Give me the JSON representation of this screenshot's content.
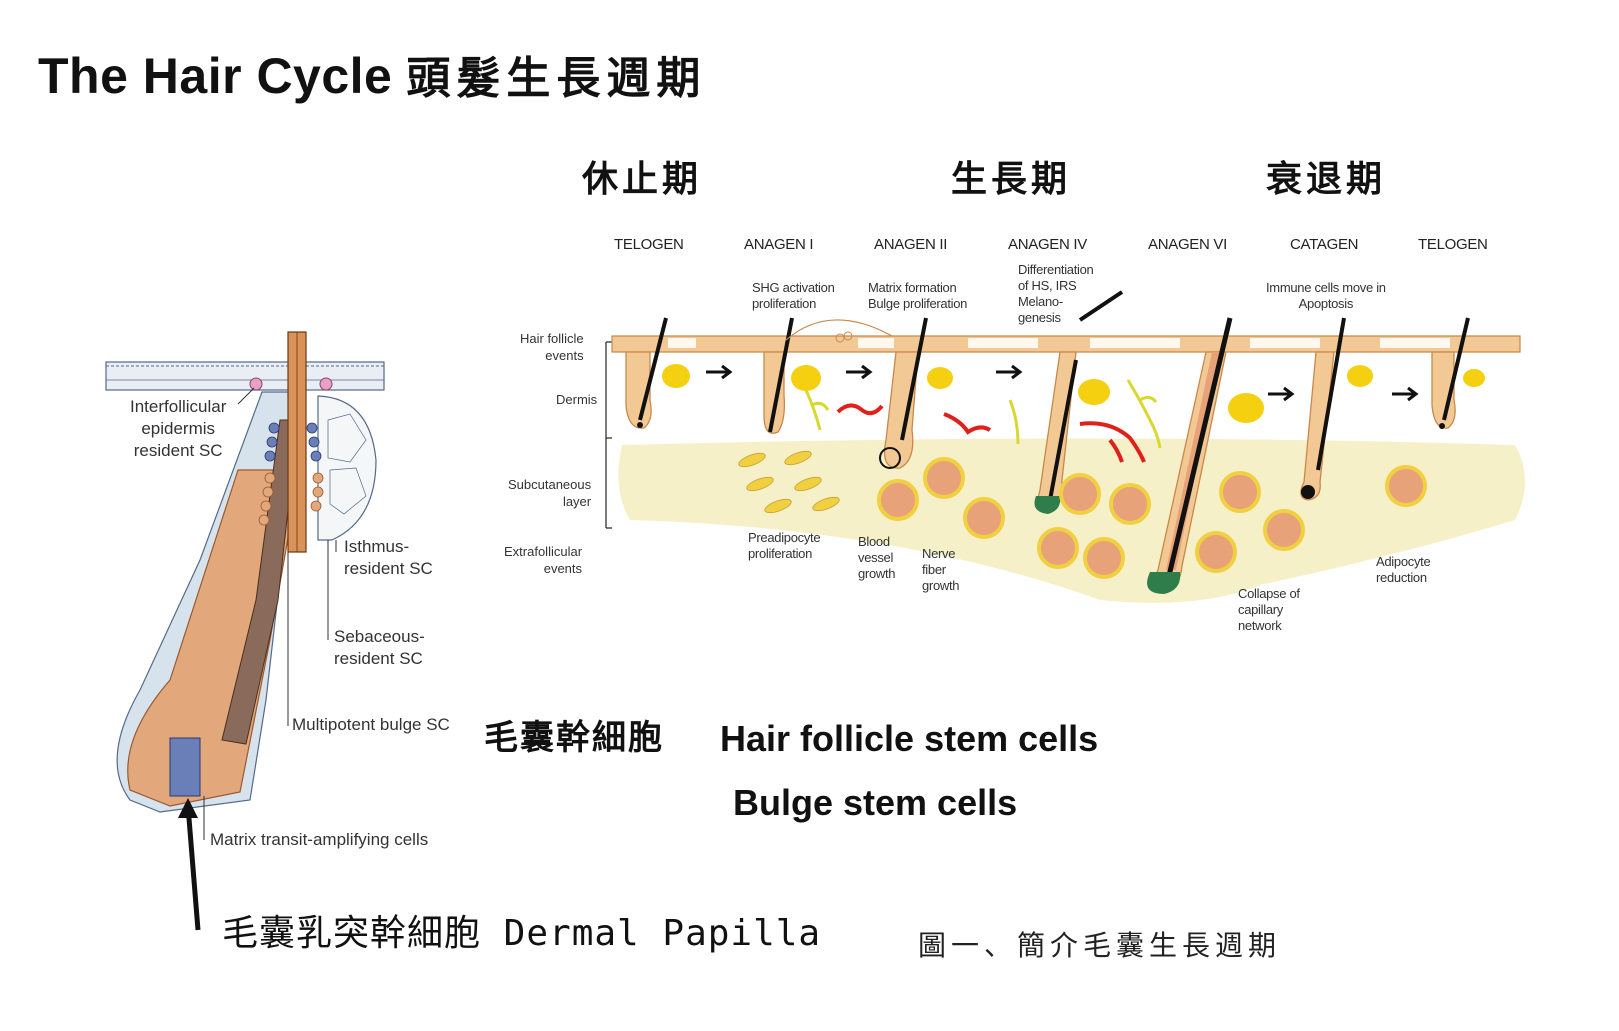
{
  "title": {
    "en": "The Hair Cycle",
    "zh": "頭髮生長週期"
  },
  "phases_zh": [
    "休止期",
    "生長期",
    "衰退期"
  ],
  "stages": [
    "TELOGEN",
    "ANAGEN I",
    "ANAGEN II",
    "ANAGEN IV",
    "ANAGEN VI",
    "CATAGEN",
    "TELOGEN"
  ],
  "row_labels": {
    "hair_follicle_events": [
      "Hair follicle",
      "events"
    ],
    "dermis": "Dermis",
    "subcutaneous": [
      "Subcutaneous",
      "layer"
    ],
    "extrafollicular": [
      "Extrafollicular",
      "events"
    ]
  },
  "events_top": {
    "shg": [
      "SHG activation",
      "proliferation"
    ],
    "matrix": [
      "Matrix formation",
      "Bulge proliferation"
    ],
    "differentiation": [
      "Differentiation",
      "of HS, IRS",
      "Melano-",
      "genesis"
    ],
    "immune": [
      "Immune cells move in",
      "Apoptosis"
    ]
  },
  "events_bottom": {
    "preadipocyte": [
      "Preadipocyte",
      "proliferation"
    ],
    "blood": [
      "Blood",
      "vessel",
      "growth"
    ],
    "nerve": [
      "Nerve",
      "fiber",
      "growth"
    ],
    "collapse": [
      "Collapse of",
      "capillary",
      "network"
    ],
    "adipocyte": [
      "Adipocyte",
      "reduction"
    ]
  },
  "follicle_labels": {
    "interfollicular": [
      "Interfollicular",
      "epidermis",
      "resident SC"
    ],
    "isthmus": [
      "Isthmus-",
      "resident SC"
    ],
    "sebaceous": [
      "Sebaceous-",
      "resident SC"
    ],
    "bulge": "Multipotent bulge SC",
    "matrix": "Matrix transit-amplifying cells"
  },
  "stem_cells_zh": "毛囊幹細胞",
  "stem_cells_en_1": "Hair follicle stem cells",
  "stem_cells_en_2": "Bulge stem cells",
  "dermal_papilla": "毛囊乳突幹細胞 Dermal Papilla",
  "caption": "圖一、簡介毛囊生長週期",
  "colors": {
    "follicle": "#f2c894",
    "follicle_edge": "#c8894a",
    "fat_layer": "#f5f0c8",
    "adipocyte": "#e8a27a",
    "adipocyte_ring": "#f0d040",
    "sebaceous": "#f5d010",
    "vessel": "#e0201a",
    "nerve": "#d8d830",
    "hair": "#111111",
    "cell_orange": "#d9925a",
    "cell_blue": "#6a7fb8",
    "cell_grey": "#e8eef4"
  }
}
